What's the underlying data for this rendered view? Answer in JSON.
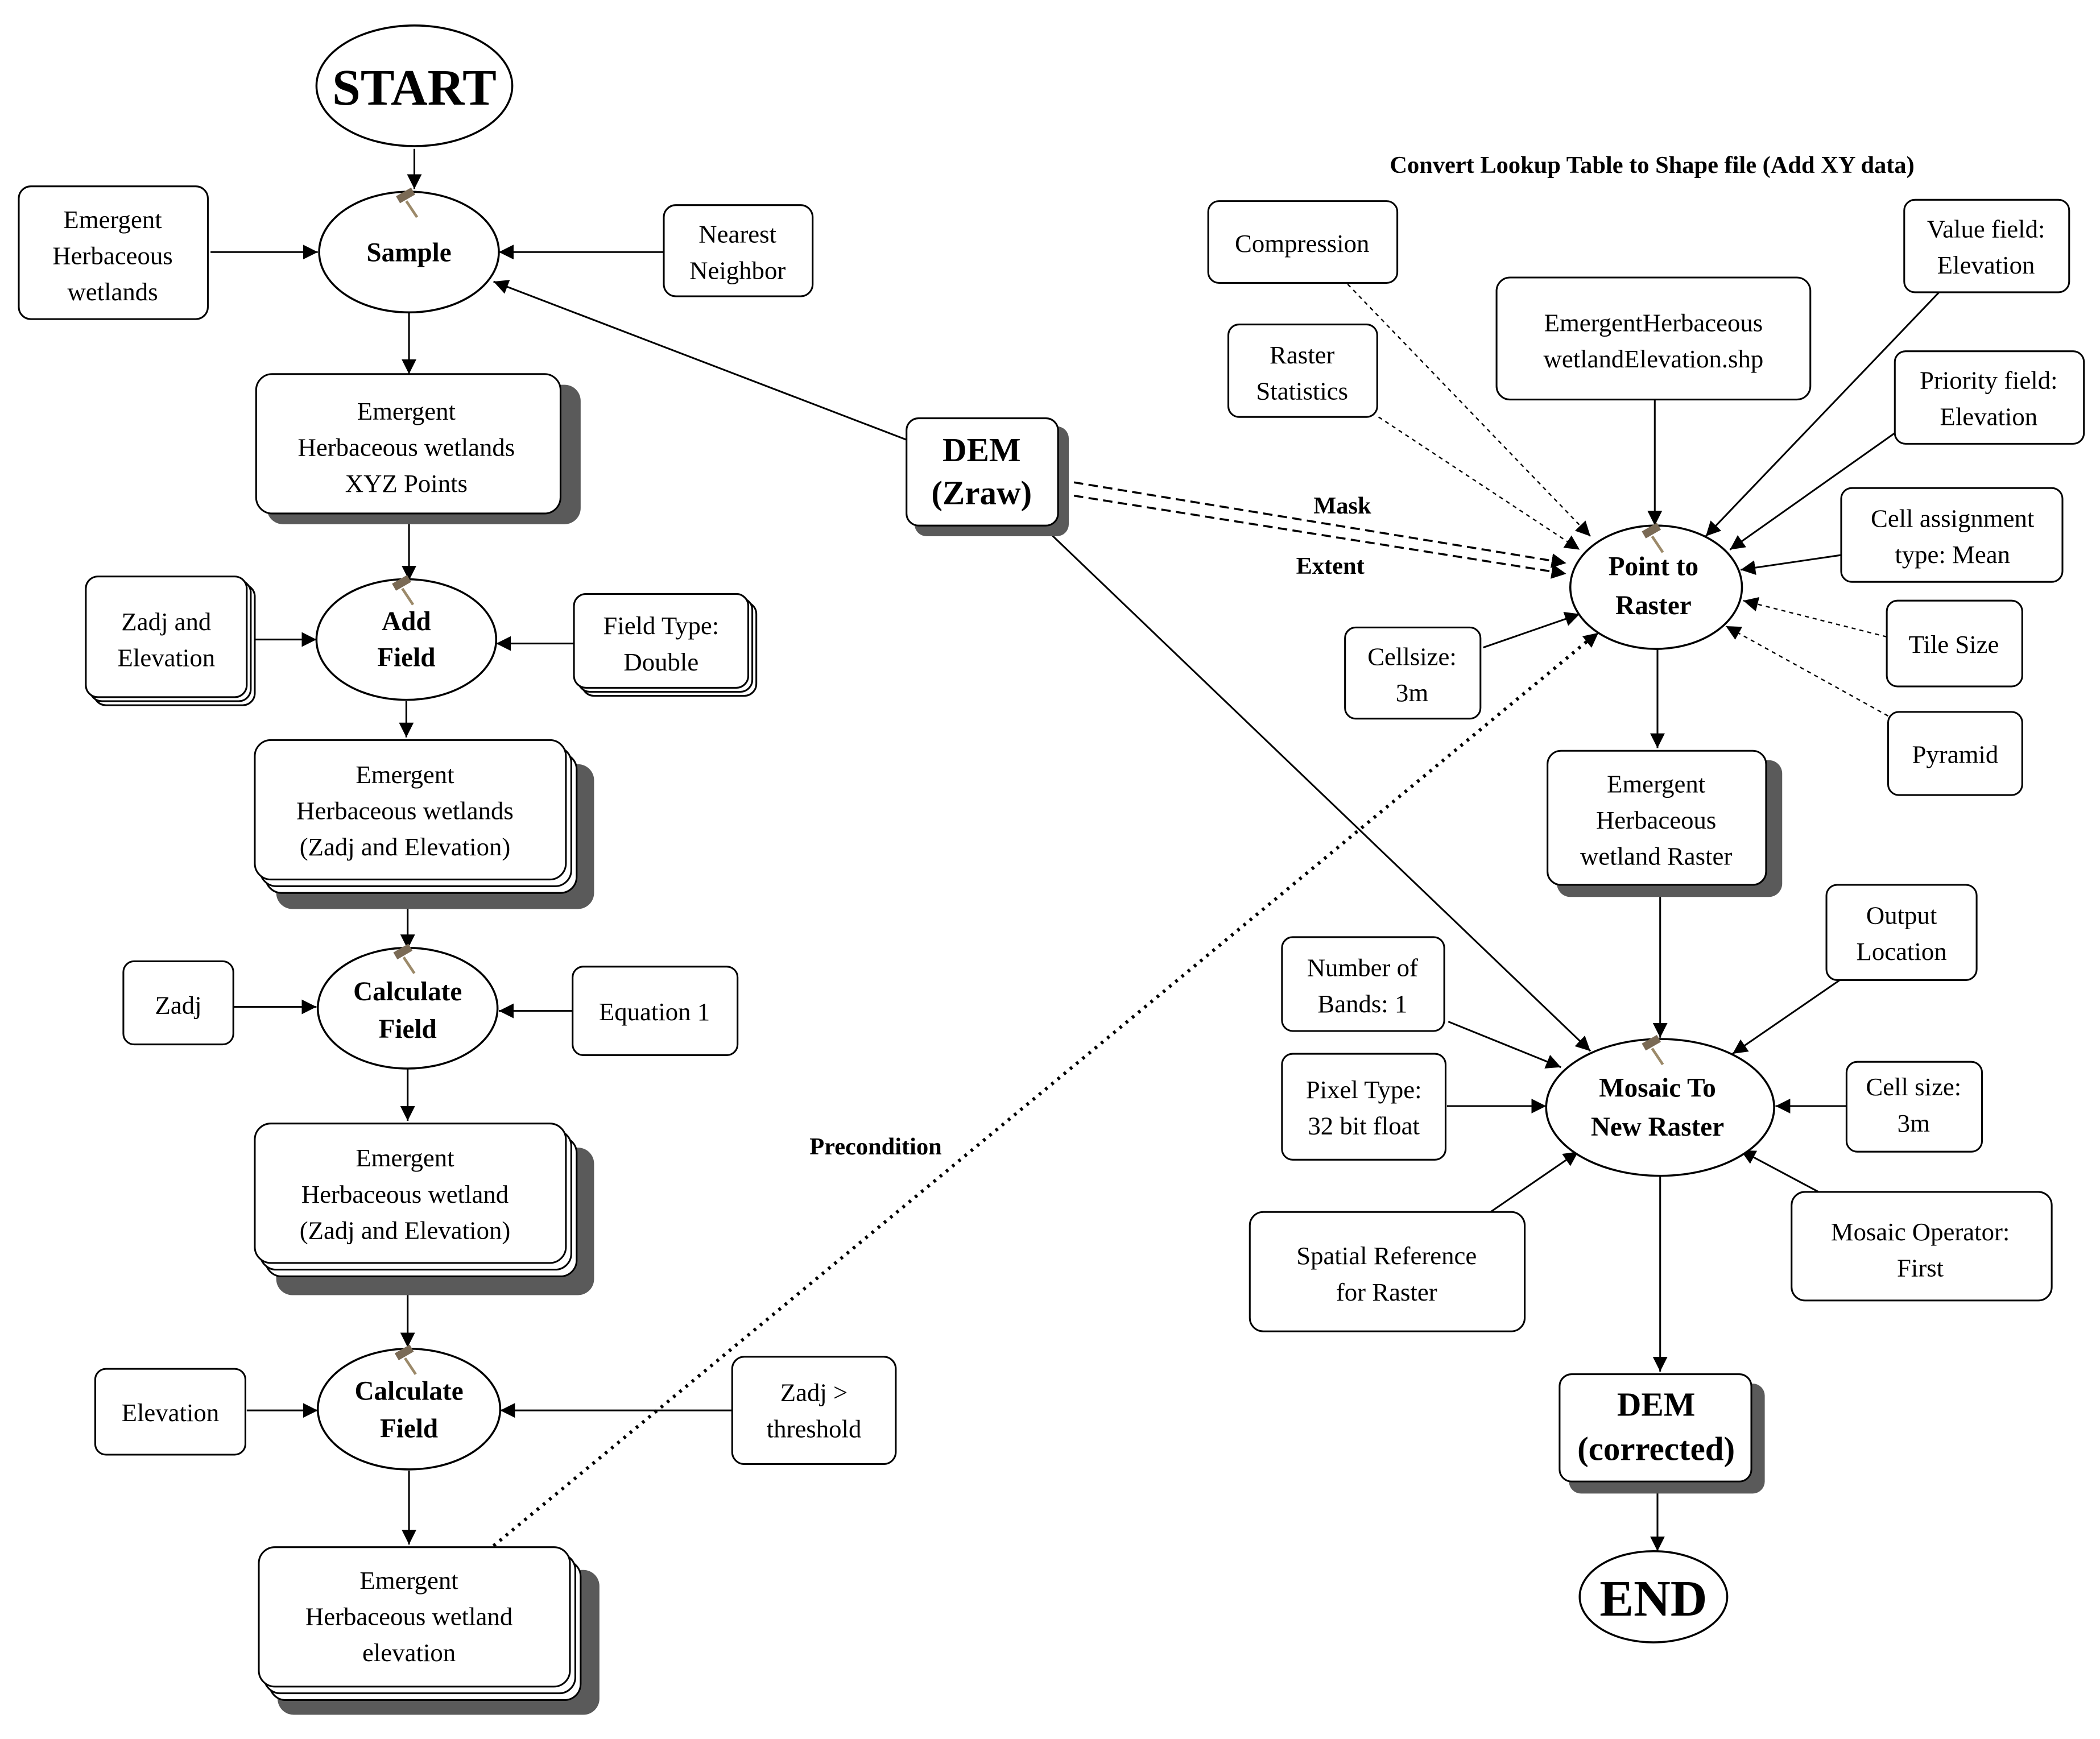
{
  "terminals": {
    "start": "START",
    "end": "END"
  },
  "tools": {
    "sample": [
      "Sample"
    ],
    "add_field": [
      "Add",
      "Field"
    ],
    "calculate_field_1": [
      "Calculate",
      "Field"
    ],
    "calculate_field_2": [
      "Calculate",
      "Field"
    ],
    "point_to_raster": [
      "Point to",
      "Raster"
    ],
    "mosaic_to_new_raster": [
      "Mosaic To",
      "New Raster"
    ]
  },
  "data": {
    "input_wetlands": [
      "Emergent",
      "Herbaceous",
      "wetlands"
    ],
    "nearest_neighbor": [
      "Nearest",
      "Neighbor"
    ],
    "xyz_points": [
      "Emergent",
      "Herbaceous wetlands",
      "XYZ Points"
    ],
    "zadj_and_elevation": [
      "Zadj and",
      "Elevation"
    ],
    "field_type": [
      "Field Type:",
      "Double"
    ],
    "wetlands_zadj_elev_1": [
      "Emergent",
      "Herbaceous wetlands",
      "(Zadj and Elevation)"
    ],
    "zadj": [
      "Zadj"
    ],
    "equation_1": [
      "Equation 1"
    ],
    "wetland_zadj_elev_2": [
      "Emergent",
      "Herbaceous wetland",
      "(Zadj and Elevation)"
    ],
    "elevation": [
      "Elevation"
    ],
    "zadj_threshold": [
      "Zadj >",
      "threshold"
    ],
    "wetland_elevation": [
      "Emergent",
      "Herbaceous wetland",
      "elevation"
    ],
    "dem_zraw": [
      "DEM",
      "(Zraw)"
    ],
    "compression": [
      "Compression"
    ],
    "raster_statistics": [
      "Raster",
      "Statistics"
    ],
    "wetland_elevation_shp": [
      "EmergentHerbaceous",
      "wetlandElevation.shp"
    ],
    "value_field": [
      "Value field:",
      "Elevation"
    ],
    "priority_field": [
      "Priority field:",
      "Elevation"
    ],
    "cell_assignment": [
      "Cell assignment",
      "type: Mean"
    ],
    "tile_size": [
      "Tile Size"
    ],
    "pyramid": [
      "Pyramid"
    ],
    "cellsize": [
      "Cellsize:",
      "3m"
    ],
    "wetland_raster": [
      "Emergent",
      "Herbaceous",
      "wetland Raster"
    ],
    "output_location": [
      "Output",
      "Location"
    ],
    "number_of_bands": [
      "Number of",
      "Bands: 1"
    ],
    "pixel_type": [
      "Pixel Type:",
      "32 bit float"
    ],
    "cell_size": [
      "Cell size:",
      "3m"
    ],
    "spatial_reference": [
      "Spatial Reference",
      "for Raster"
    ],
    "mosaic_operator": [
      "Mosaic Operator:",
      "First"
    ],
    "dem_corrected": [
      "DEM",
      "(corrected)"
    ]
  },
  "labels": {
    "convert_note": "Convert Lookup Table to Shape file (Add XY data)",
    "mask": "Mask",
    "extent": "Extent",
    "precondition": "Precondition"
  }
}
